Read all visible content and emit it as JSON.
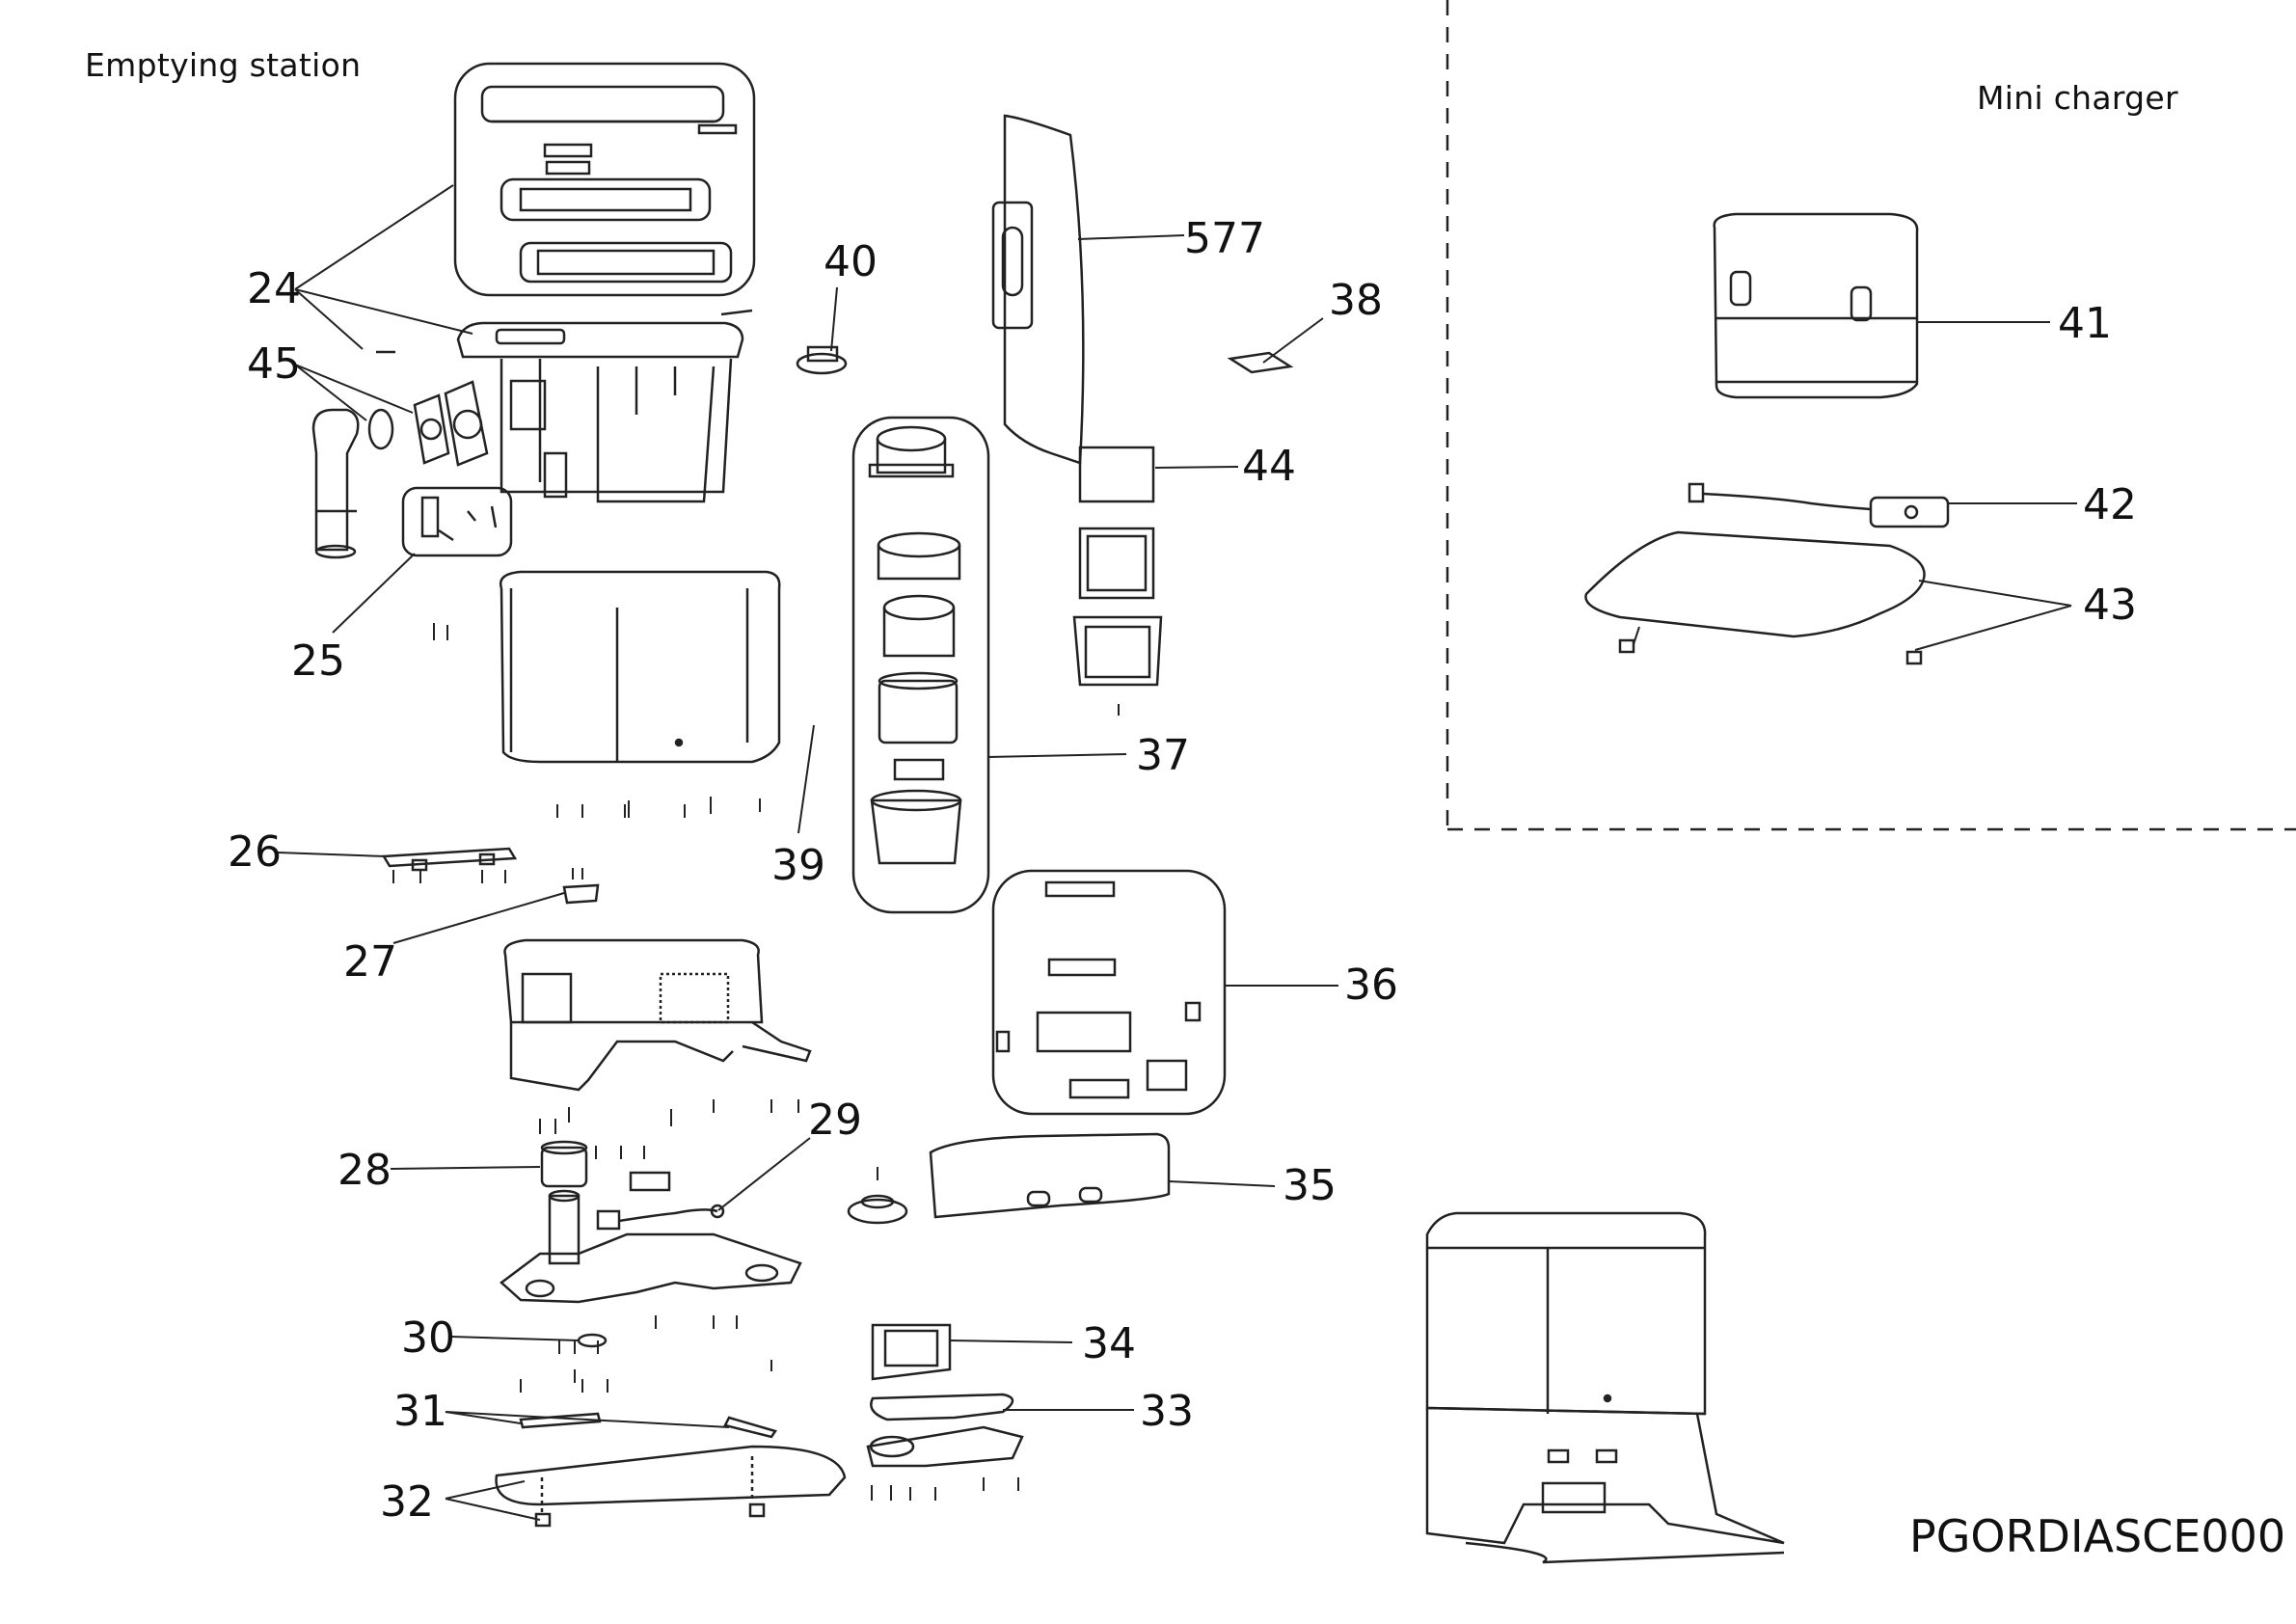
{
  "titles": {
    "emptying_station": "Emptying station",
    "mini_charger": "Mini  charger"
  },
  "diagram_code": "PGORDIASCE000",
  "callouts": [
    "24",
    "45",
    "25",
    "26",
    "27",
    "28",
    "29",
    "30",
    "31",
    "32",
    "40",
    "577",
    "38",
    "44",
    "37",
    "39",
    "36",
    "35",
    "34",
    "33",
    "41",
    "42",
    "43"
  ]
}
